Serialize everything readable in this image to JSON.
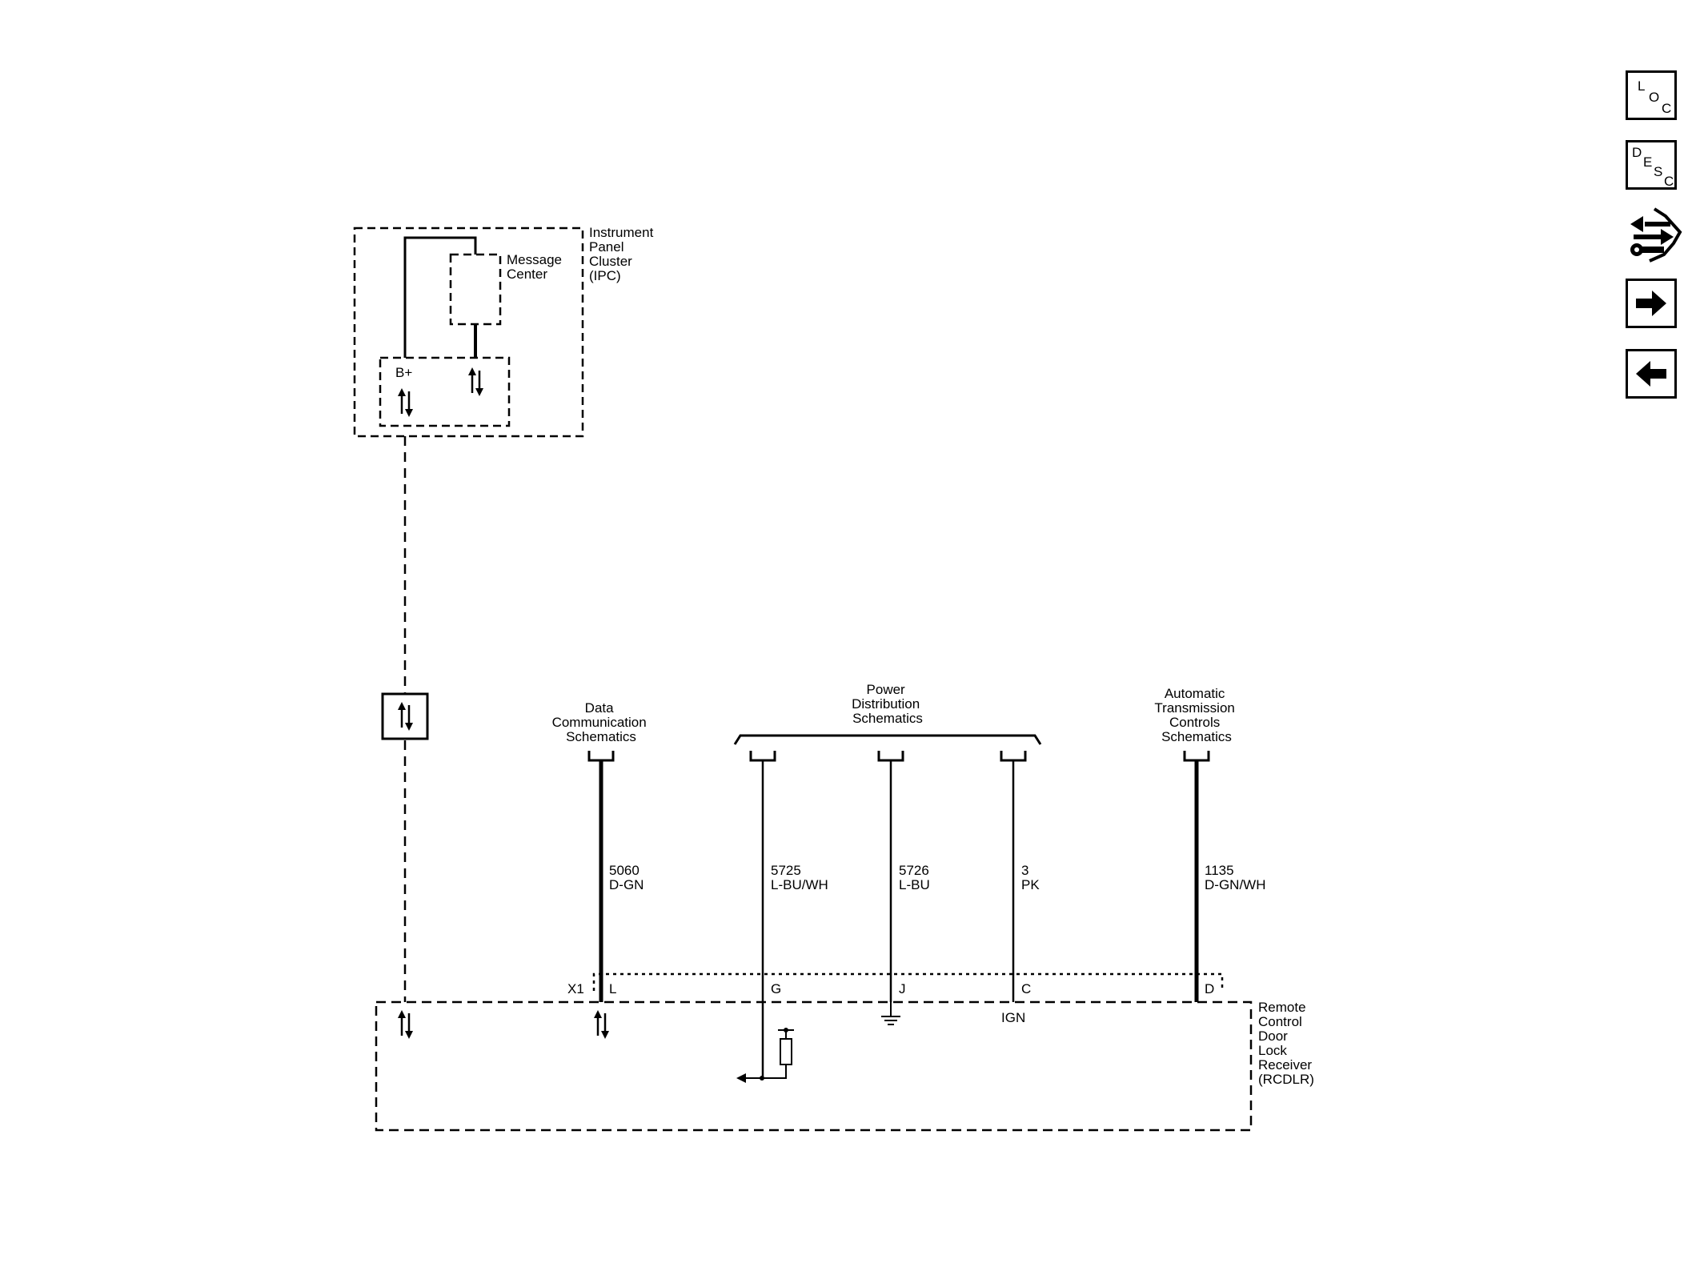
{
  "ipc": {
    "name_lines": [
      "Instrument",
      "Panel",
      "Cluster",
      "(IPC)"
    ],
    "message_center_lines": [
      "Message",
      "Center"
    ],
    "bplus_label": "B+"
  },
  "rcdlr": {
    "name_lines": [
      "Remote",
      "Control",
      "Door",
      "Lock",
      "Receiver",
      "(RCDLR)"
    ],
    "connector_label": "X1",
    "ign_label": "IGN"
  },
  "schematic_refs": {
    "data_comm": [
      "Data",
      "Communication",
      "Schematics"
    ],
    "power_dist": [
      "Power",
      "Distribution",
      "Schematics"
    ],
    "auto_trans": [
      "Automatic",
      "Transmission",
      "Controls",
      "Schematics"
    ]
  },
  "wires": [
    {
      "circuit": "5060",
      "color": "D-GN",
      "pin": "L"
    },
    {
      "circuit": "5725",
      "color": "L-BU/WH",
      "pin": "G"
    },
    {
      "circuit": "5726",
      "color": "L-BU",
      "pin": "J"
    },
    {
      "circuit": "3",
      "color": "PK",
      "pin": "C"
    },
    {
      "circuit": "1135",
      "color": "D-GN/WH",
      "pin": "D"
    }
  ],
  "nav": {
    "loc": {
      "l1": "L",
      "l2": "O",
      "l3": "C",
      "icon": "location-view-icon"
    },
    "desc": {
      "l1": "D",
      "l2": "E",
      "l3": "S",
      "l4": "C",
      "icon": "description-icon"
    },
    "connector_icon": "connector-pinout-icon",
    "next_icon": "arrow-right-icon",
    "prev_icon": "arrow-left-icon"
  }
}
